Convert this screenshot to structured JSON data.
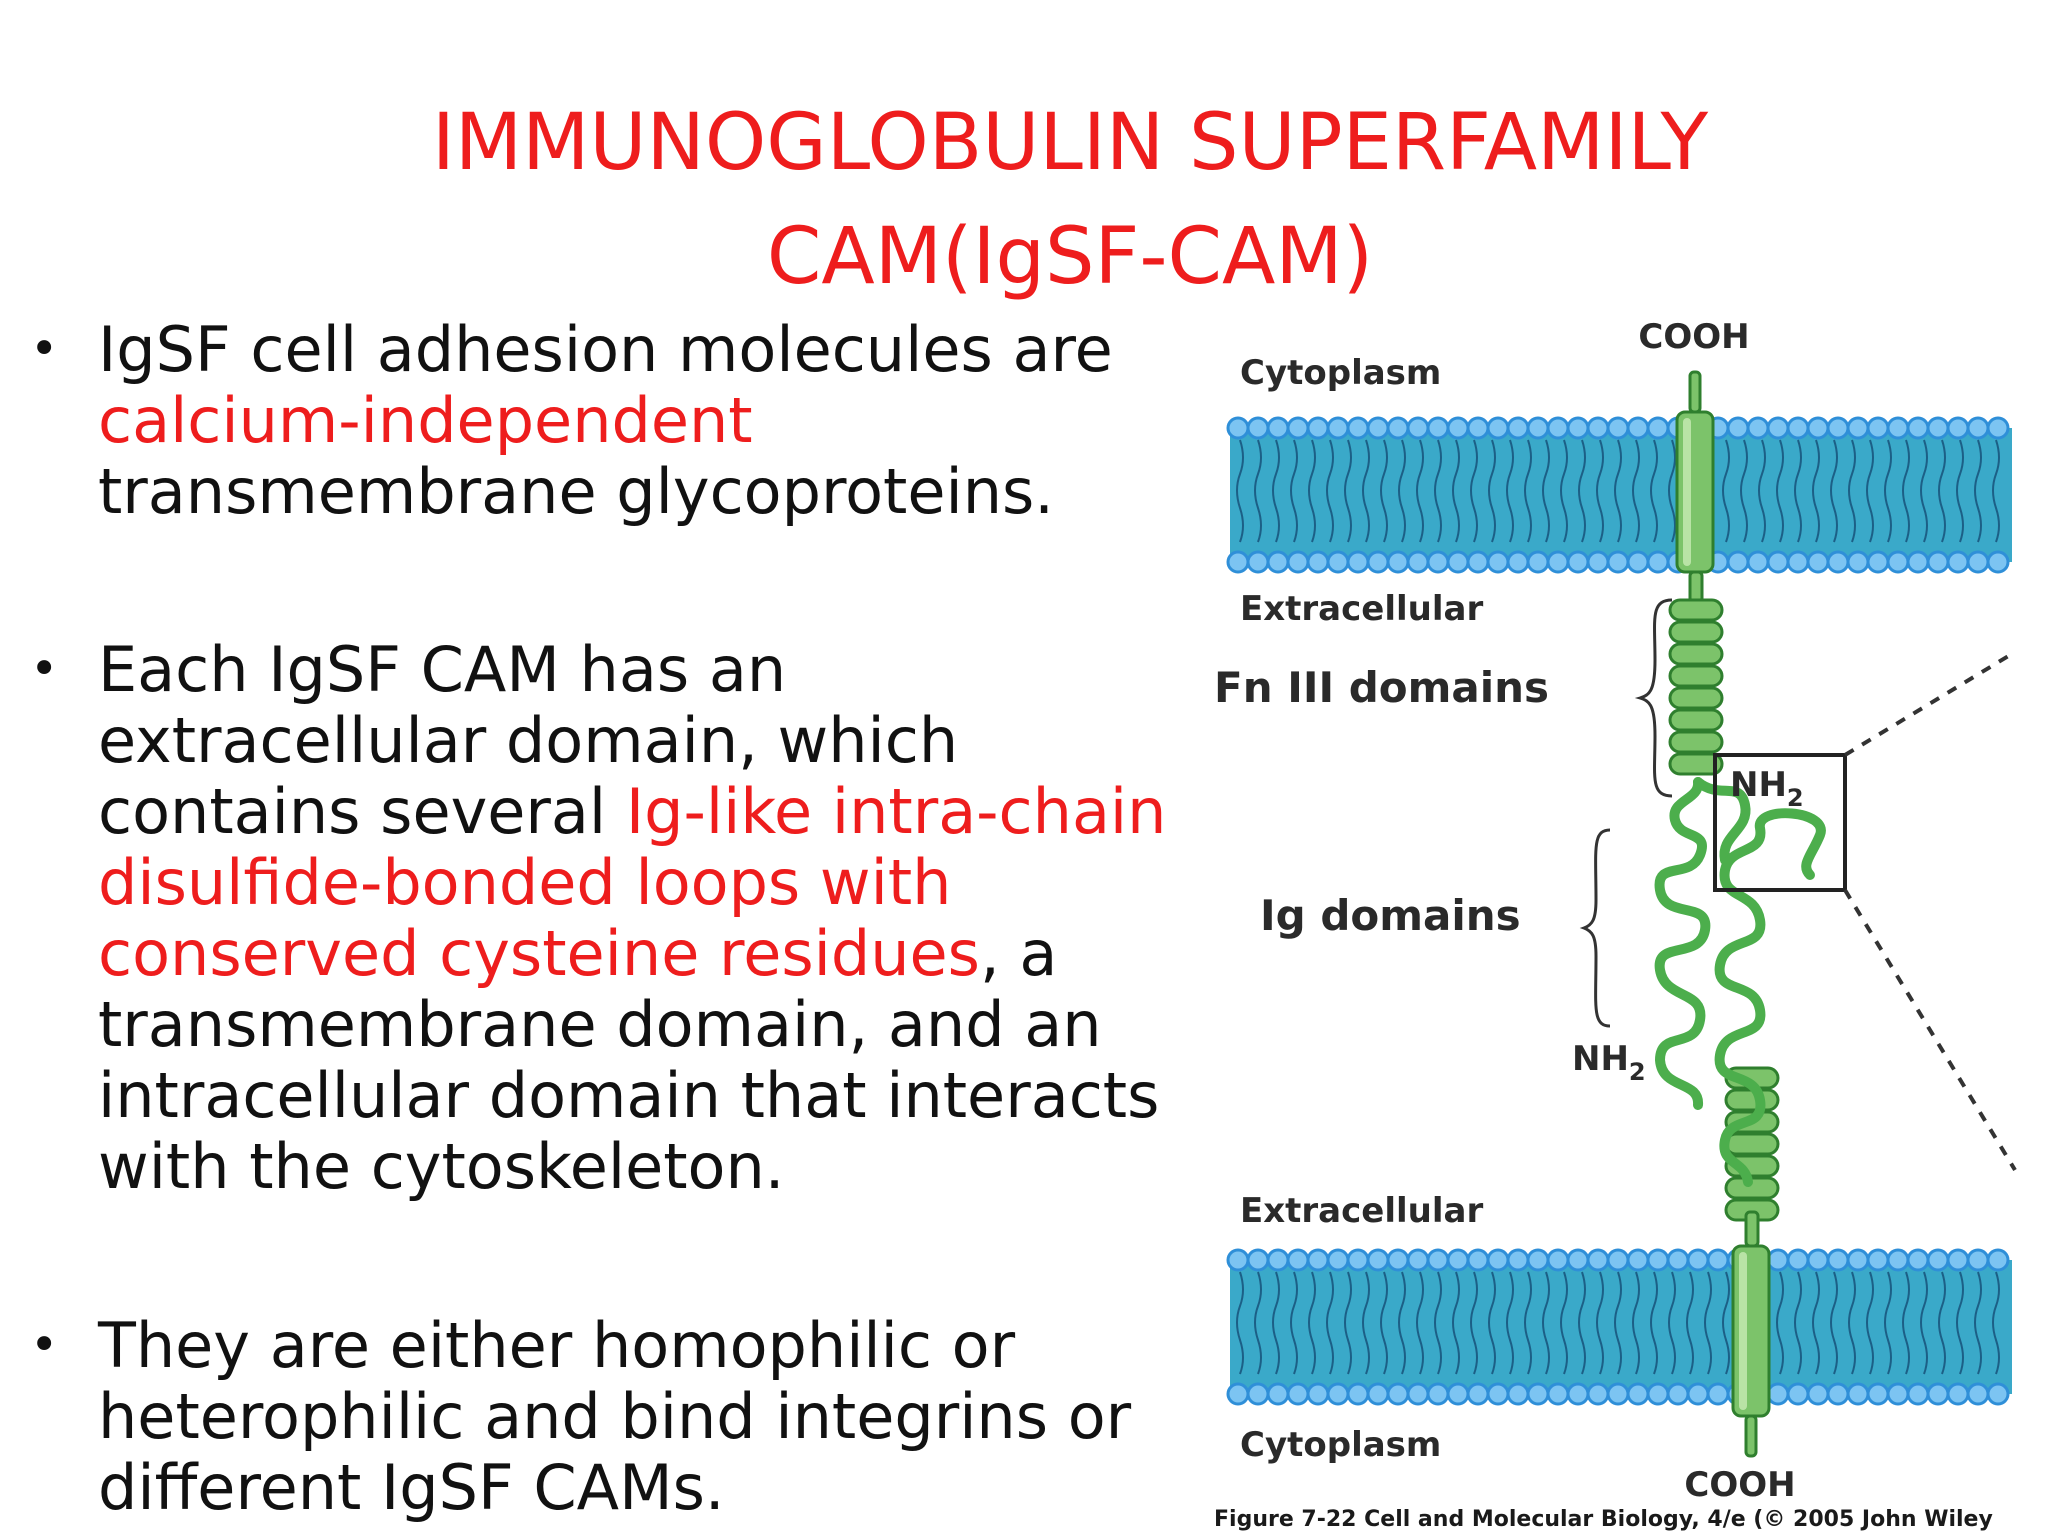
{
  "title": {
    "line1": "IMMUNOGLOBULIN SUPERFAMILY",
    "line2": "CAM(IgSF-CAM)"
  },
  "bullets": [
    {
      "t1": "IgSF cell adhesion molecules are ",
      "h1": "calcium-independent",
      "t2": " transmembrane glycoproteins."
    },
    {
      "t1": "Each IgSF CAM has an extracellular domain, which contains several ",
      "h1": "Ig-like intra-chain disulfide-bonded loops with conserved cysteine residues",
      "t2": ", a transmembrane domain, and an intracellular domain that interacts with the cytoskeleton."
    },
    {
      "t1": "They are either homophilic or heterophilic and bind integrins or different IgSF CAMs."
    }
  ],
  "diagram": {
    "cooh_top": "COOH",
    "cytoplasm_top": "Cytoplasm",
    "extracellular_upper": "Extracellular",
    "fn3_label": "Fn III domains",
    "nh2_box": "NH",
    "nh2_box_sub": "2",
    "ig_label": "Ig domains",
    "nh2_lower": "NH",
    "nh2_lower_sub": "2",
    "extracellular_lower": "Extracellular",
    "cytoplasm_bottom": "Cytoplasm",
    "cooh_bottom": "COOH",
    "caption": "Figure 7-22  Cell and Molecular Biology, 4/e (© 2005 John Wiley",
    "colors": {
      "lipid_head": "#2f8fd8",
      "lipid_head_light": "#7cc4f2",
      "membrane_fill": "#3aa9c9",
      "protein_green": "#7cc36a",
      "protein_dark": "#2f7f2e",
      "ig_loop": "#4cae4c"
    }
  }
}
